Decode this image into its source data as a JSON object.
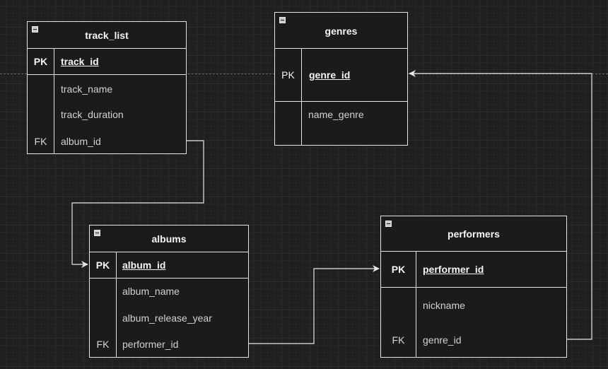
{
  "diagram": {
    "tables": {
      "track_list": {
        "title": "track_list",
        "pk_label": "PK",
        "pk_field": "track_id",
        "fields": [
          "track_name",
          "track_duration"
        ],
        "fk_label": "FK",
        "fk_field": "album_id"
      },
      "genres": {
        "title": "genres",
        "pk_label": "PK",
        "pk_field": "genre_id",
        "fields": [
          "name_genre"
        ]
      },
      "albums": {
        "title": "albums",
        "pk_label": "PK",
        "pk_field": "album_id",
        "fields": [
          "album_name",
          "album_release_year"
        ],
        "fk_label": "FK",
        "fk_field": "performer_id"
      },
      "performers": {
        "title": "performers",
        "pk_label": "PK",
        "pk_field": "performer_id",
        "fields": [
          "nickname"
        ],
        "fk_label": "FK",
        "fk_field": "genre_id"
      }
    },
    "relations": [
      {
        "from": "track_list.album_id",
        "to": "albums.album_id"
      },
      {
        "from": "albums.performer_id",
        "to": "performers.performer_id"
      },
      {
        "from": "performers.genre_id",
        "to": "genres.genre_id"
      }
    ],
    "colors": {
      "background": "#1f1f1f",
      "stroke": "#e6e6e6",
      "text": "#f0f0f0"
    }
  }
}
